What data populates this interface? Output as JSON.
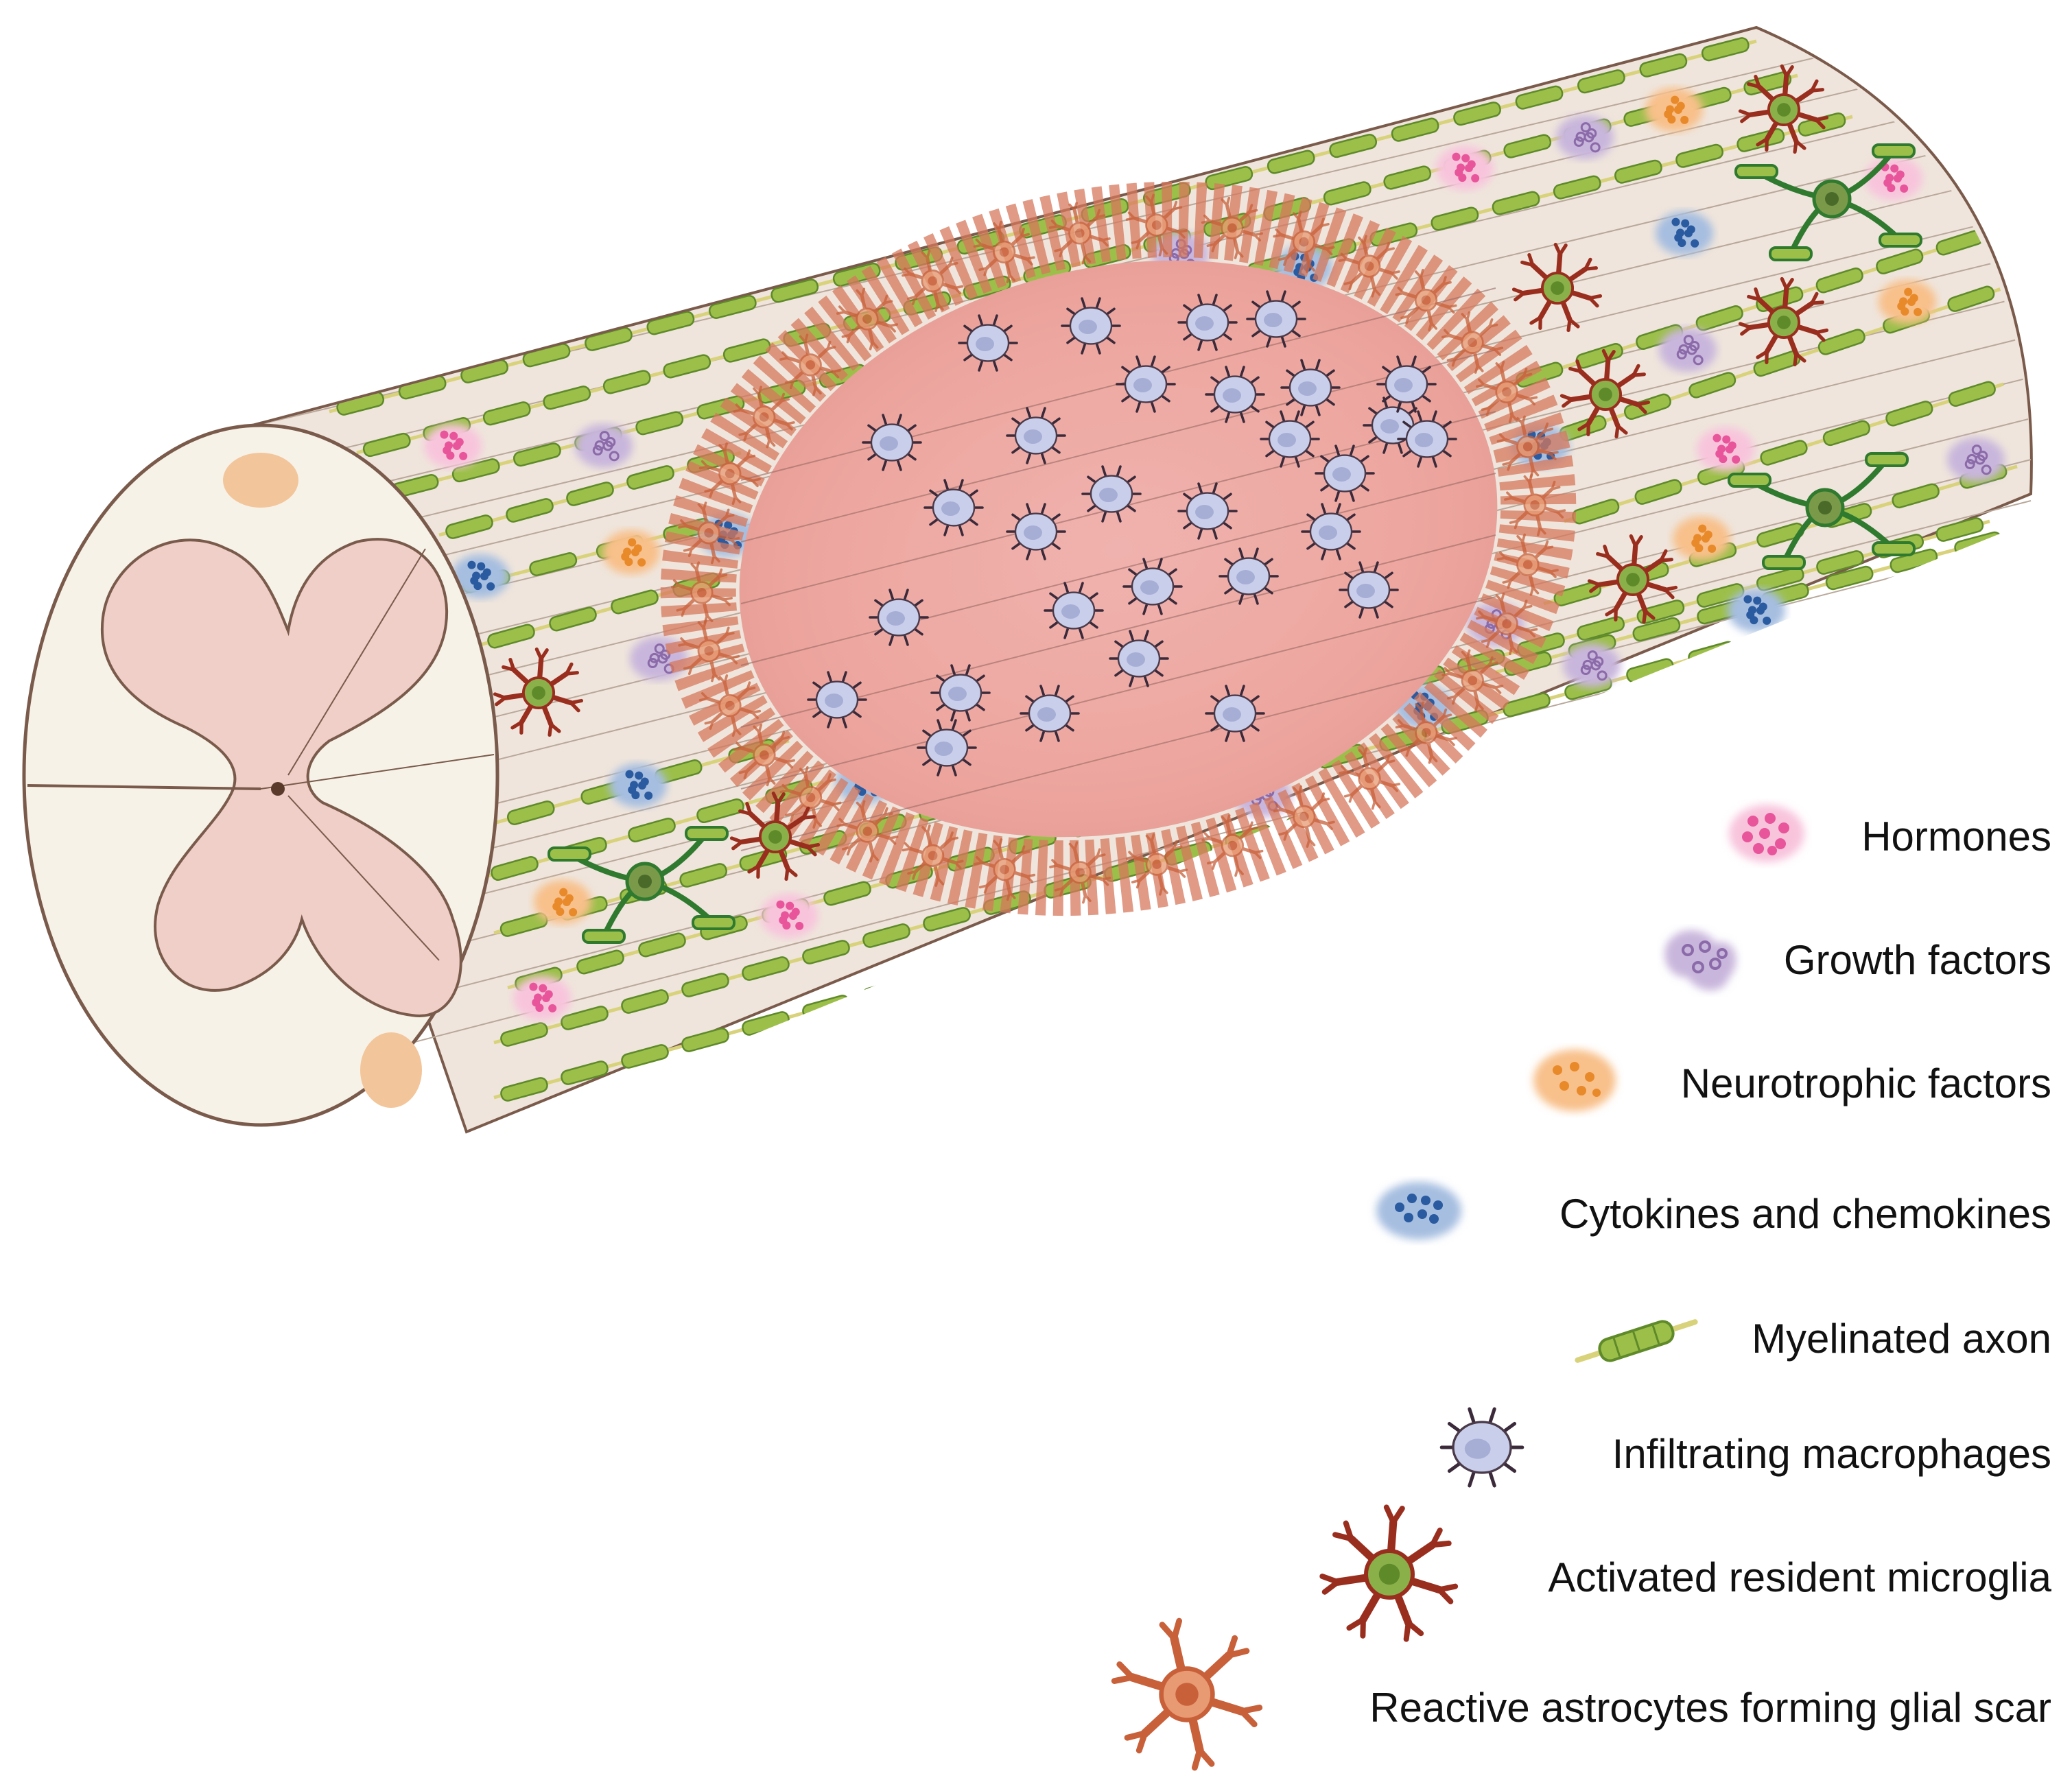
{
  "diagram": {
    "legend": [
      {
        "key": "hormones",
        "label": "Hormones",
        "icon": "hormones-icon",
        "color": "#e8559a"
      },
      {
        "key": "growth",
        "label": "Growth factors",
        "icon": "growth-factors-icon",
        "color": "#8a6aa8"
      },
      {
        "key": "neurotrophic",
        "label": "Neurotrophic factors",
        "icon": "neurotrophic-factors-icon",
        "color": "#e8892a"
      },
      {
        "key": "cytokines",
        "label": "Cytokines and chemokines",
        "icon": "cytokines-chemokines-icon",
        "color": "#2a5aa0"
      },
      {
        "key": "axon",
        "label": "Myelinated axon",
        "icon": "myelinated-axon-icon",
        "color": "#9cbf4a"
      },
      {
        "key": "macrophage",
        "label": "Infiltrating macrophages",
        "icon": "macrophage-icon",
        "color": "#b8c2e6"
      },
      {
        "key": "microglia",
        "label": "Activated resident microglia",
        "icon": "microglia-icon",
        "color": "#9a2e1e"
      },
      {
        "key": "astrocyte",
        "label": "Reactive astrocytes forming glial scar",
        "icon": "astrocyte-icon",
        "color": "#d9703a"
      }
    ],
    "colors": {
      "cord_body": "#efe5dc",
      "cord_outline": "#7a5a4a",
      "cross_section": "#f6f2e8",
      "gray_matter": "#efcfc8",
      "lesion_core": "#f0b2ae",
      "scar_ring": "#d6785c"
    }
  }
}
